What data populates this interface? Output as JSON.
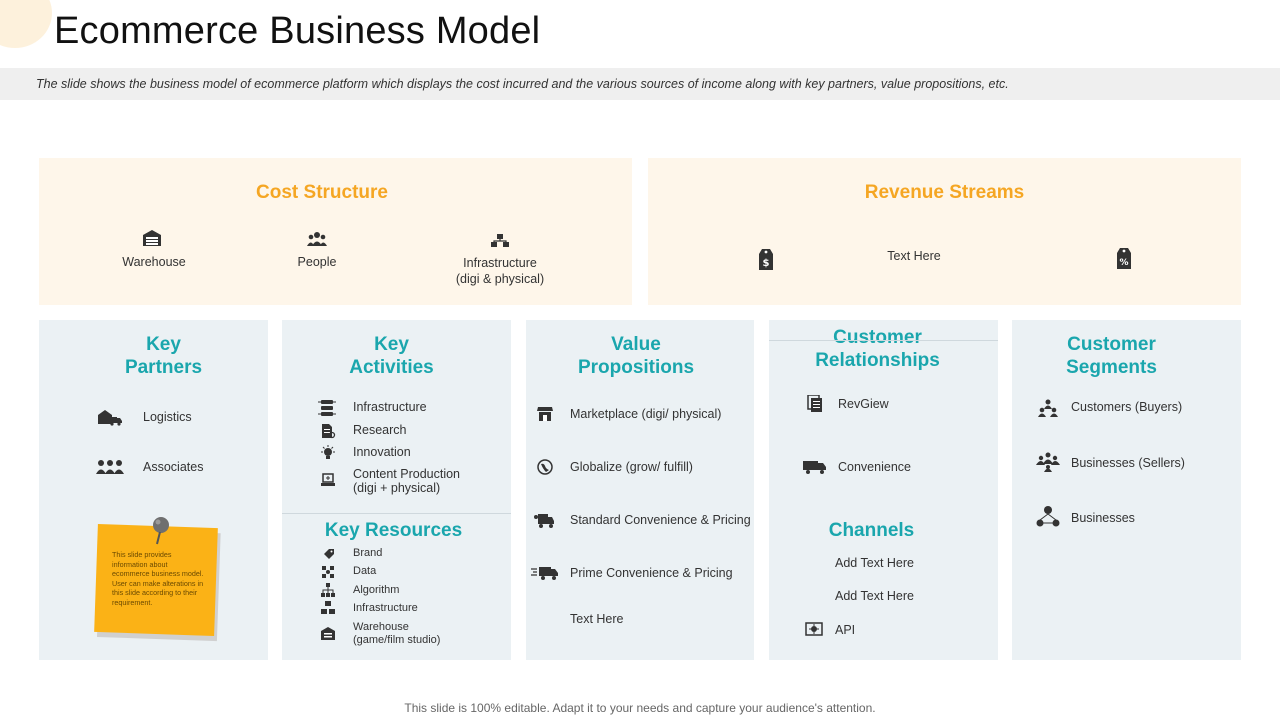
{
  "page": {
    "title": "Ecommerce Business Model",
    "subtitle": "The slide shows the business model of ecommerce platform which displays the cost incurred and the various sources of income along with key partners, value propositions, etc.",
    "footer": "This slide is 100% editable. Adapt it to your needs and capture your audience's attention."
  },
  "colors": {
    "accent_orange": "#f5a623",
    "accent_teal": "#1aa6ad",
    "beige_bg": "#fef6ea",
    "blue_bg": "#ebf1f4",
    "sticky_yellow": "#fbb216"
  },
  "cost_structure": {
    "title": "Cost Structure",
    "items": [
      {
        "label": "Warehouse",
        "icon": "warehouse-icon"
      },
      {
        "label": "People",
        "icon": "people-icon"
      },
      {
        "label": "Infrastructure",
        "label2": "(digi & physical)",
        "icon": "infrastructure-icon"
      }
    ]
  },
  "revenue_streams": {
    "title": "Revenue Streams",
    "text": "Text Here",
    "icons": [
      "dollar-tag-icon",
      "percent-tag-icon"
    ]
  },
  "key_partners": {
    "title_line1": "Key",
    "title_line2": "Partners",
    "items": [
      {
        "label": "Logistics",
        "icon": "truck-warehouse-icon"
      },
      {
        "label": "Associates",
        "icon": "group-icon"
      }
    ],
    "note": "This slide provides information about ecommerce business model. User can make alterations in this slide according to their requirement."
  },
  "key_activities": {
    "title_line1": "Key",
    "title_line2": "Activities",
    "items": [
      {
        "label": "Infrastructure",
        "icon": "server-icon"
      },
      {
        "label": "Research",
        "icon": "research-doc-icon"
      },
      {
        "label": "Innovation",
        "icon": "lightbulb-icon"
      },
      {
        "label": "Content Production",
        "label2": "(digi + physical)",
        "icon": "laptop-icon"
      }
    ]
  },
  "key_resources": {
    "title": "Key Resources",
    "items": [
      {
        "label": "Brand",
        "icon": "tag-icon"
      },
      {
        "label": "Data",
        "icon": "data-icon"
      },
      {
        "label": "Algorithm",
        "icon": "algorithm-icon"
      },
      {
        "label": "Infrastructure",
        "icon": "infrastructure-icon"
      },
      {
        "label": "Warehouse",
        "label2": "(game/film studio)",
        "icon": "warehouse-icon"
      }
    ]
  },
  "value_propositions": {
    "title_line1": "Value",
    "title_line2": "Propositions",
    "items": [
      {
        "label": "Marketplace (digi/ physical)",
        "icon": "store-icon"
      },
      {
        "label": "Globalize (grow/ fulfill)",
        "icon": "globe-icon"
      },
      {
        "label": "Standard Convenience & Pricing",
        "icon": "delivery-icon"
      },
      {
        "label": "Prime Convenience & Pricing",
        "icon": "fast-truck-icon"
      },
      {
        "label": "Text Here",
        "icon": ""
      }
    ]
  },
  "customer_relationships": {
    "title_line1": "Customer",
    "title_line2": "Relationships",
    "items": [
      {
        "label": "RevGiew",
        "icon": "review-doc-icon"
      },
      {
        "label": "Convenience",
        "icon": "truck-icon"
      }
    ]
  },
  "channels": {
    "title": "Channels",
    "items": [
      {
        "label": "Add Text Here"
      },
      {
        "label": "Add Text Here"
      },
      {
        "label": "API",
        "icon": "api-icon"
      }
    ]
  },
  "customer_segments": {
    "title_line1": "Customer",
    "title_line2": "Segments",
    "items": [
      {
        "label": "Customers (Buyers)",
        "icon": "customers-icon"
      },
      {
        "label": "Businesses (Sellers)",
        "icon": "sellers-icon"
      },
      {
        "label": "Businesses",
        "icon": "network-icon"
      }
    ]
  }
}
